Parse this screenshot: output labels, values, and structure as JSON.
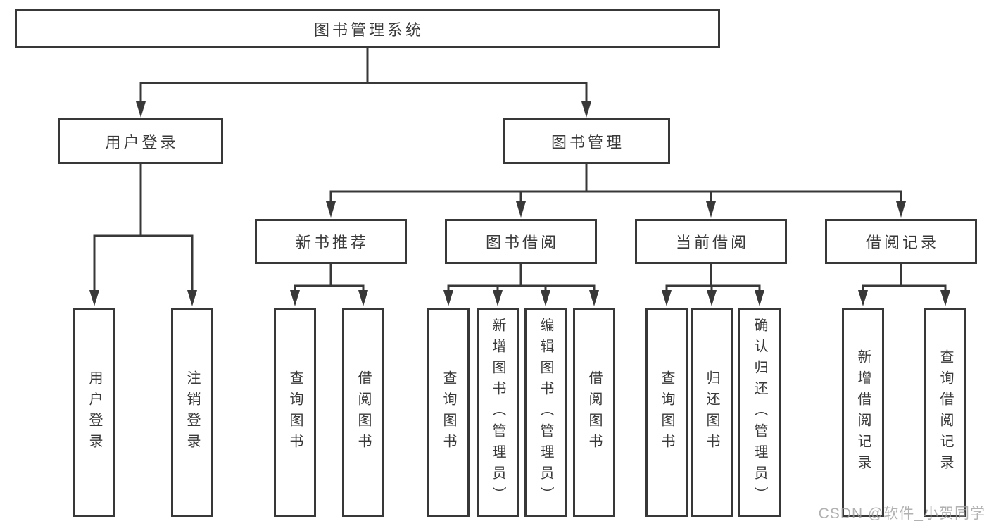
{
  "diagram": {
    "root": {
      "label": "图书管理系统"
    },
    "branches": [
      {
        "label": "用户登录",
        "children": [
          {
            "label": "用户登录"
          },
          {
            "label": "注销登录"
          }
        ]
      },
      {
        "label": "图书管理",
        "children": [
          {
            "label": "新书推荐",
            "children": [
              {
                "label": "查询图书"
              },
              {
                "label": "借阅图书"
              }
            ]
          },
          {
            "label": "图书借阅",
            "children": [
              {
                "label": "查询图书"
              },
              {
                "label": "新增图书（管理员）"
              },
              {
                "label": "编辑图书（管理员）"
              },
              {
                "label": "借阅图书"
              }
            ]
          },
          {
            "label": "当前借阅",
            "children": [
              {
                "label": "查询图书"
              },
              {
                "label": "归还图书"
              },
              {
                "label": "确认归还（管理员）"
              }
            ]
          },
          {
            "label": "借阅记录",
            "children": [
              {
                "label": "新增借阅记录"
              },
              {
                "label": "查询借阅记录"
              }
            ]
          }
        ]
      }
    ]
  },
  "watermark": {
    "text": "CSDN @软件_小贺同学"
  },
  "colors": {
    "line": "#383838",
    "box_border": "#383838",
    "box_fill": "#ffffff",
    "text": "#3a3a3a",
    "watermark": "#9e9e9e",
    "background": "#ffffff"
  }
}
